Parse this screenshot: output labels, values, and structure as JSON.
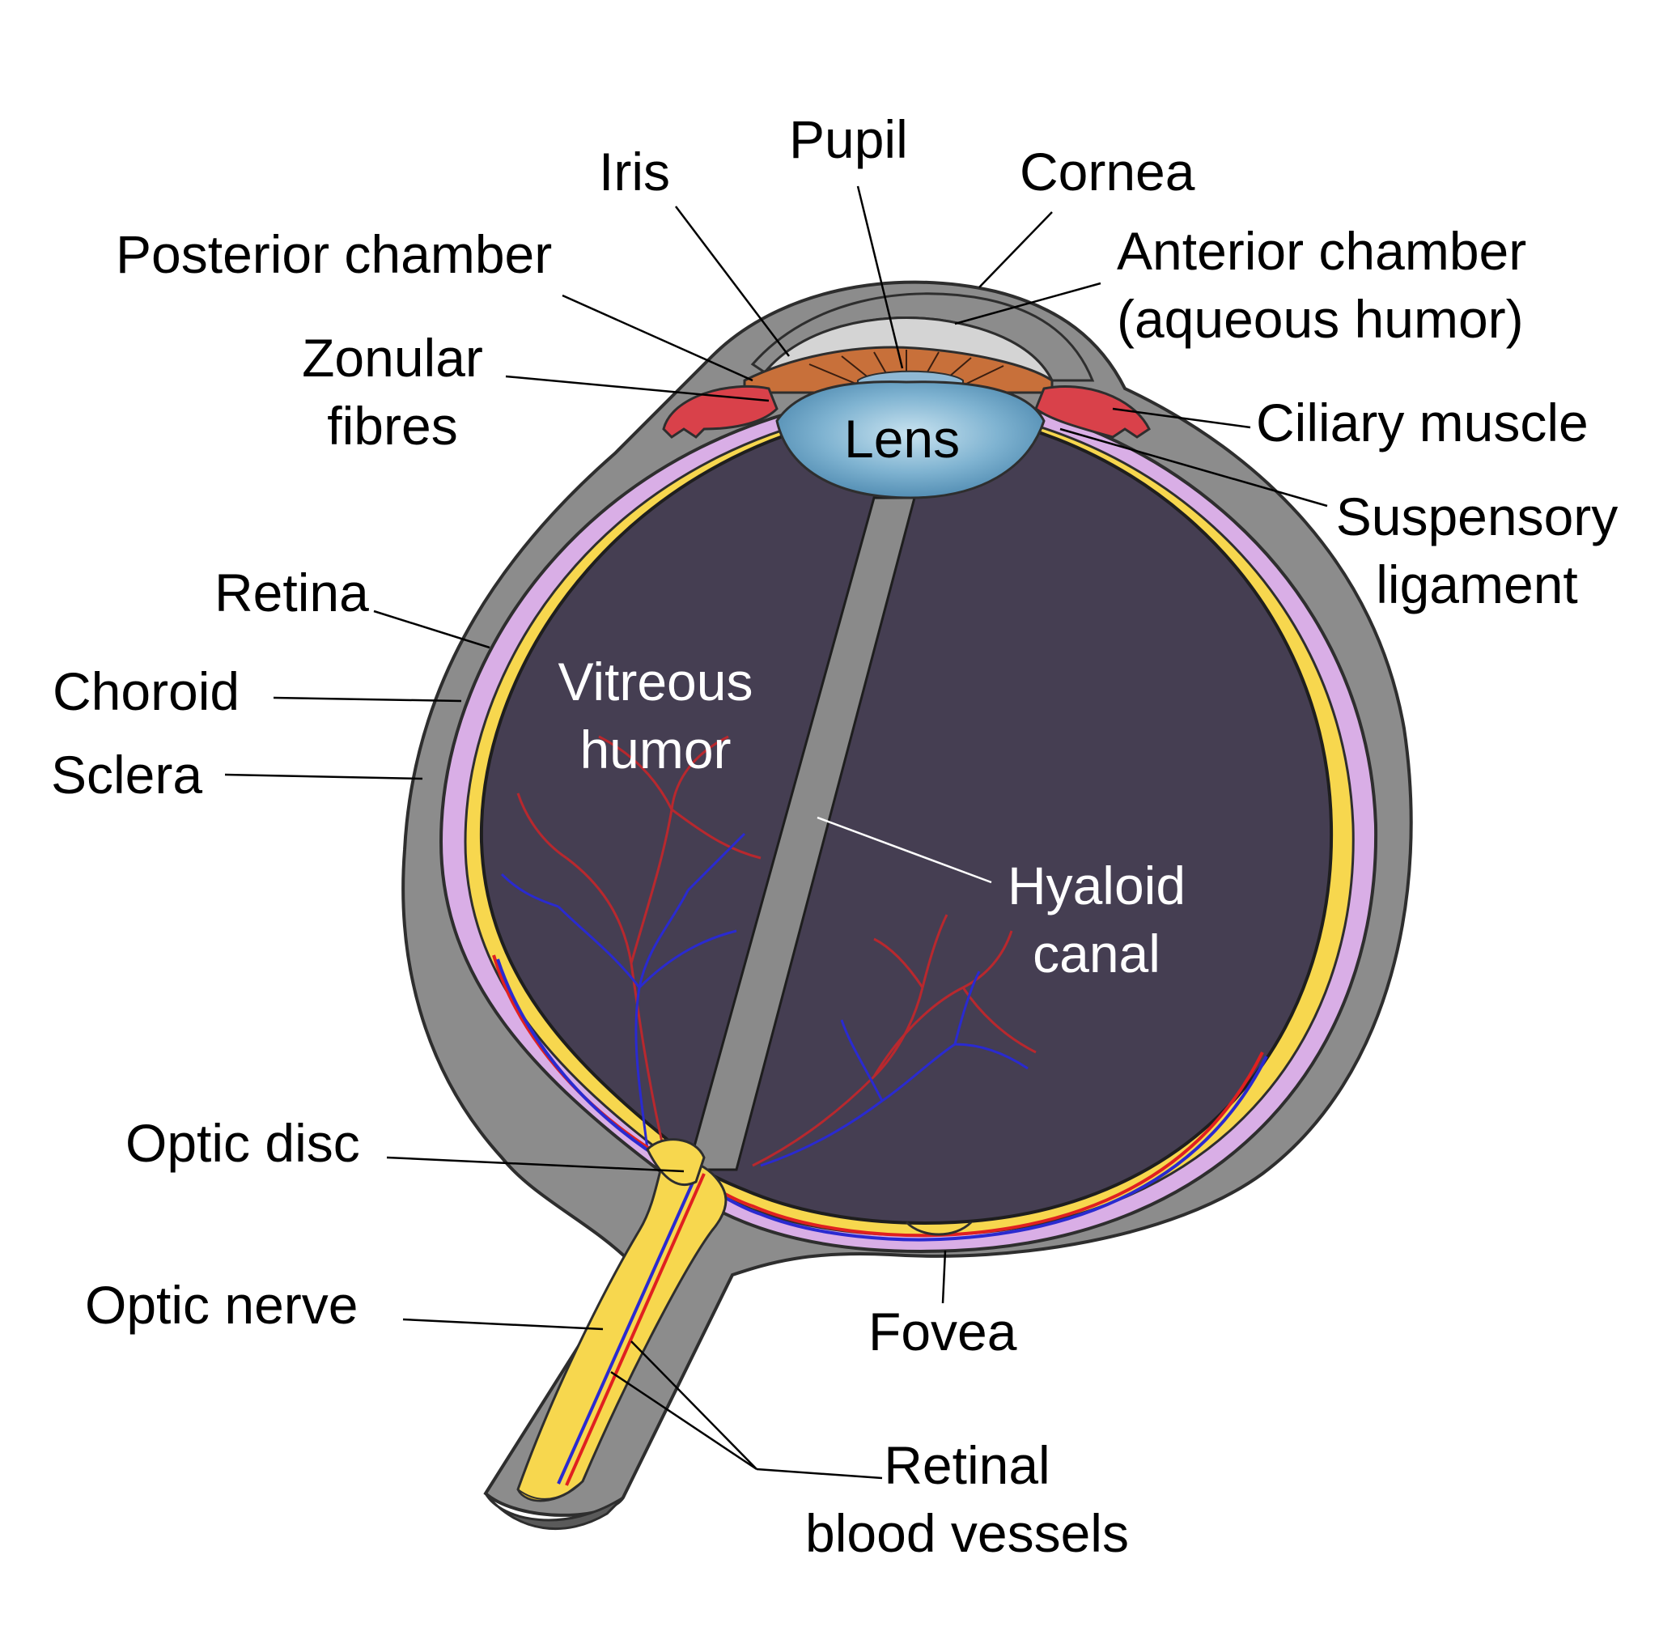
{
  "labels": {
    "pupil": "Pupil",
    "iris": "Iris",
    "cornea": "Cornea",
    "posterior_chamber": "Posterior chamber",
    "anterior_chamber_1": "Anterior chamber",
    "anterior_chamber_2": "(aqueous humor)",
    "zonular_1": "Zonular",
    "zonular_2": "fibres",
    "ciliary_muscle": "Ciliary muscle",
    "suspensory_1": "Suspensory",
    "suspensory_2": "ligament",
    "lens": "Lens",
    "retina": "Retina",
    "choroid": "Choroid",
    "sclera": "Sclera",
    "vitreous_1": "Vitreous",
    "vitreous_2": "humor",
    "hyaloid_1": "Hyaloid",
    "hyaloid_2": "canal",
    "optic_disc": "Optic disc",
    "optic_nerve": "Optic nerve",
    "fovea": "Fovea",
    "retinal_vessels_1": "Retinal",
    "retinal_vessels_2": "blood vessels"
  },
  "colors": {
    "sclera": "#8c8c8c",
    "choroid": "#d9aee6",
    "retina": "#f7d74e",
    "vitreous": "#453e52",
    "hyaloid": "#8a8a8a",
    "iris": "#c8703a",
    "ciliary": "#d9414a",
    "lens": "#6fa6c8",
    "cornea": "#d4d4d4",
    "artery": "#e02020",
    "vein": "#2a2ad0"
  }
}
